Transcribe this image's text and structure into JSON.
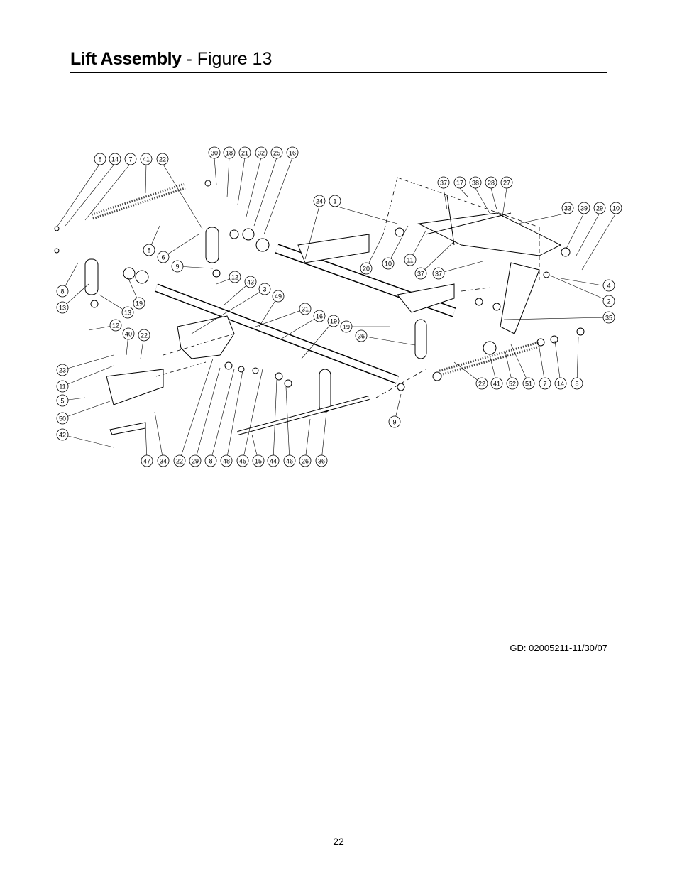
{
  "header": {
    "title_bold": "Lift Assembly",
    "title_rest": " - Figure 13"
  },
  "callouts": [
    {
      "label": "8"
    },
    {
      "label": "14"
    },
    {
      "label": "7"
    },
    {
      "label": "41"
    },
    {
      "label": "22"
    },
    {
      "label": "30"
    },
    {
      "label": "18"
    },
    {
      "label": "21"
    },
    {
      "label": "32"
    },
    {
      "label": "25"
    },
    {
      "label": "16"
    },
    {
      "label": "37"
    },
    {
      "label": "17"
    },
    {
      "label": "38"
    },
    {
      "label": "28"
    },
    {
      "label": "27"
    },
    {
      "label": "24"
    },
    {
      "label": "1"
    },
    {
      "label": "33"
    },
    {
      "label": "39"
    },
    {
      "label": "29"
    },
    {
      "label": "10"
    },
    {
      "label": "8"
    },
    {
      "label": "6"
    },
    {
      "label": "9"
    },
    {
      "label": "12"
    },
    {
      "label": "43"
    },
    {
      "label": "3"
    },
    {
      "label": "49"
    },
    {
      "label": "8"
    },
    {
      "label": "13"
    },
    {
      "label": "19"
    },
    {
      "label": "13"
    },
    {
      "label": "20"
    },
    {
      "label": "10"
    },
    {
      "label": "11"
    },
    {
      "label": "37"
    },
    {
      "label": "37"
    },
    {
      "label": "4"
    },
    {
      "label": "2"
    },
    {
      "label": "35"
    },
    {
      "label": "12"
    },
    {
      "label": "40"
    },
    {
      "label": "22"
    },
    {
      "label": "31"
    },
    {
      "label": "16"
    },
    {
      "label": "19"
    },
    {
      "label": "19"
    },
    {
      "label": "36"
    },
    {
      "label": "23"
    },
    {
      "label": "11"
    },
    {
      "label": "5"
    },
    {
      "label": "50"
    },
    {
      "label": "42"
    },
    {
      "label": "22"
    },
    {
      "label": "41"
    },
    {
      "label": "52"
    },
    {
      "label": "51"
    },
    {
      "label": "7"
    },
    {
      "label": "14"
    },
    {
      "label": "8"
    },
    {
      "label": "9"
    },
    {
      "label": "47"
    },
    {
      "label": "34"
    },
    {
      "label": "22"
    },
    {
      "label": "29"
    },
    {
      "label": "8"
    },
    {
      "label": "48"
    },
    {
      "label": "45"
    },
    {
      "label": "15"
    },
    {
      "label": "44"
    },
    {
      "label": "46"
    },
    {
      "label": "26"
    },
    {
      "label": "36"
    }
  ],
  "footer": {
    "doc_id": "GD: 02005211-11/30/07",
    "page_number": "22"
  }
}
